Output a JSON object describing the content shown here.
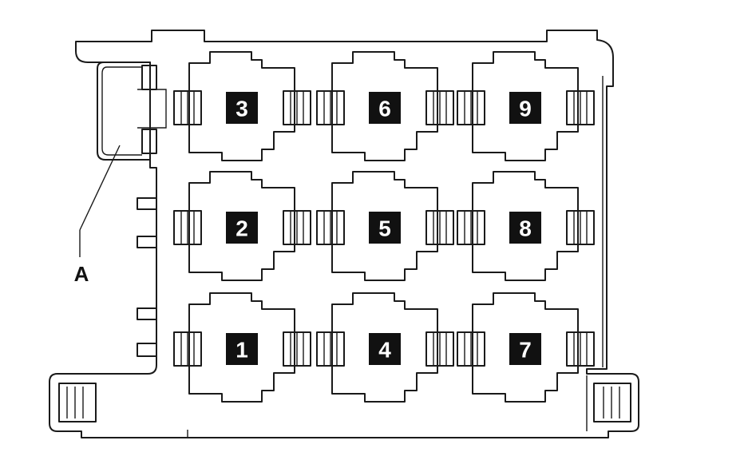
{
  "diagram": {
    "callout_label": "A",
    "relay_positions": [
      {
        "id": "slot-3",
        "label": "3",
        "row": 0,
        "col": 0
      },
      {
        "id": "slot-6",
        "label": "6",
        "row": 0,
        "col": 1
      },
      {
        "id": "slot-9",
        "label": "9",
        "row": 0,
        "col": 2
      },
      {
        "id": "slot-2",
        "label": "2",
        "row": 1,
        "col": 0
      },
      {
        "id": "slot-5",
        "label": "5",
        "row": 1,
        "col": 1
      },
      {
        "id": "slot-8",
        "label": "8",
        "row": 1,
        "col": 2
      },
      {
        "id": "slot-1",
        "label": "1",
        "row": 2,
        "col": 0
      },
      {
        "id": "slot-4",
        "label": "4",
        "row": 2,
        "col": 1
      },
      {
        "id": "slot-7",
        "label": "7",
        "row": 2,
        "col": 2
      }
    ],
    "colors": {
      "line": "#1a1a1a",
      "badge": "#111111",
      "background": "#ffffff"
    }
  }
}
